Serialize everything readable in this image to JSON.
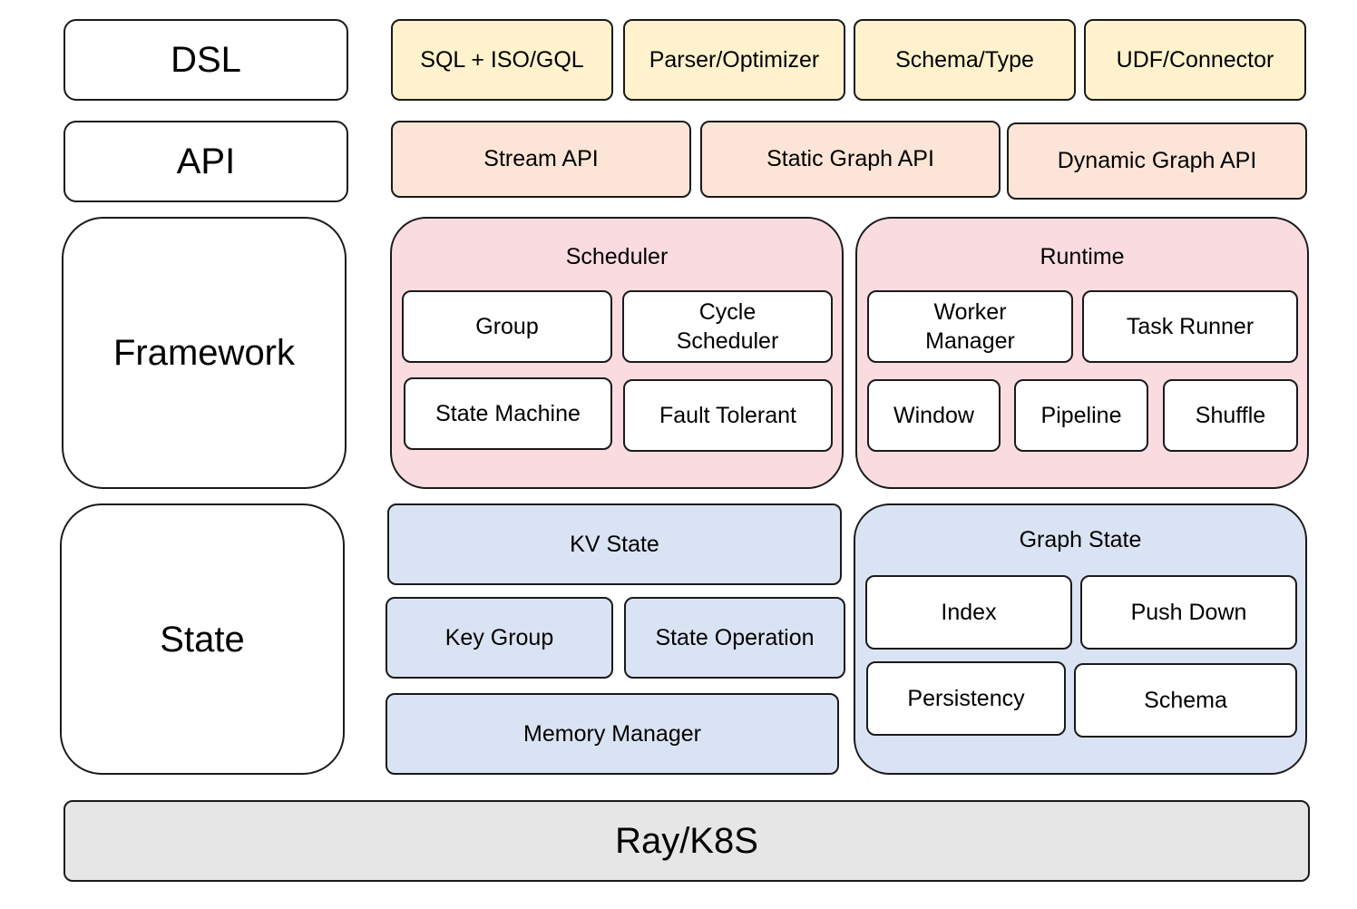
{
  "layers": {
    "dsl": "DSL",
    "api": "API",
    "framework": "Framework",
    "state": "State"
  },
  "dsl_row": [
    "SQL + ISO/GQL",
    "Parser/Optimizer",
    "Schema/Type",
    "UDF/Connector"
  ],
  "api_row": [
    "Stream API",
    "Static Graph API",
    "Dynamic Graph API"
  ],
  "scheduler": {
    "title": "Scheduler",
    "items": [
      "Group",
      "Cycle\nScheduler",
      "State Machine",
      "Fault Tolerant"
    ]
  },
  "runtime": {
    "title": "Runtime",
    "items": [
      "Worker\nManager",
      "Task Runner",
      "Window",
      "Pipeline",
      "Shuffle"
    ]
  },
  "state_left": {
    "kv_state": "KV State",
    "key_group": "Key Group",
    "state_operation": "State Operation",
    "memory_manager": "Memory Manager"
  },
  "graph_state": {
    "title": "Graph State",
    "items": [
      "Index",
      "Push Down",
      "Persistency",
      "Schema"
    ]
  },
  "base": "Ray/K8S",
  "colors": {
    "dsl": "#fff2cc",
    "api": "#fce5d6",
    "framework": "#f9dbe0",
    "state": "#dae3f3",
    "base": "#e6e6e6"
  }
}
